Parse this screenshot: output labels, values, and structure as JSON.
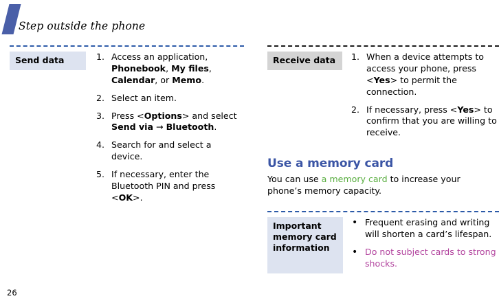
{
  "header": {
    "running_title": "Step outside the phone",
    "accent_color": "#4a5fa8"
  },
  "page_number": "26",
  "left_column": {
    "rule_color": "#2c5aa8",
    "callout": {
      "label": "Send data",
      "label_background": "#dde3f0",
      "steps": [
        {
          "marker": "1.",
          "parts": [
            {
              "text": "Access an application, ",
              "style": "normal"
            },
            {
              "text": "Phonebook",
              "style": "bold"
            },
            {
              "text": ", ",
              "style": "normal"
            },
            {
              "text": "My files",
              "style": "bold"
            },
            {
              "text": ", ",
              "style": "normal"
            },
            {
              "text": "Calendar",
              "style": "bold"
            },
            {
              "text": ", or ",
              "style": "normal"
            },
            {
              "text": "Memo",
              "style": "bold"
            },
            {
              "text": ".",
              "style": "normal"
            }
          ]
        },
        {
          "marker": "2.",
          "parts": [
            {
              "text": "Select an item.",
              "style": "normal"
            }
          ]
        },
        {
          "marker": "3.",
          "parts": [
            {
              "text": "Press <",
              "style": "normal"
            },
            {
              "text": "Options",
              "style": "bold"
            },
            {
              "text": "> and select ",
              "style": "normal"
            },
            {
              "text": "Send via",
              "style": "bold"
            },
            {
              "text": " → ",
              "style": "normal"
            },
            {
              "text": "Bluetooth",
              "style": "bold"
            },
            {
              "text": ".",
              "style": "normal"
            }
          ]
        },
        {
          "marker": "4.",
          "parts": [
            {
              "text": "Search for and select a device.",
              "style": "normal"
            }
          ]
        },
        {
          "marker": "5.",
          "parts": [
            {
              "text": "If necessary, enter the Bluetooth PIN and press <",
              "style": "normal"
            },
            {
              "text": "OK",
              "style": "bold"
            },
            {
              "text": ">.",
              "style": "normal"
            }
          ]
        }
      ]
    }
  },
  "right_column": {
    "rule_color": "#1a1a1a",
    "callout": {
      "label": "Receive data",
      "label_background": "#d4d4d4",
      "steps": [
        {
          "marker": "1.",
          "parts": [
            {
              "text": "When a device attempts to access your phone, press <",
              "style": "normal"
            },
            {
              "text": "Yes",
              "style": "bold"
            },
            {
              "text": "> to permit the connection.",
              "style": "normal"
            }
          ]
        },
        {
          "marker": "2.",
          "parts": [
            {
              "text": "If necessary, press <",
              "style": "normal"
            },
            {
              "text": "Yes",
              "style": "bold"
            },
            {
              "text": "> to confirm that you are willing to receive.",
              "style": "normal"
            }
          ]
        }
      ]
    },
    "section": {
      "heading": "Use a memory card",
      "heading_color": "#3b55a5",
      "intro_parts": [
        {
          "text": "You can use ",
          "style": "normal"
        },
        {
          "text": "a memory card",
          "style": "green"
        },
        {
          "text": " to increase your phone’s memory capacity.",
          "style": "normal"
        }
      ]
    },
    "note_callout": {
      "label": "Important memory card information",
      "label_background": "#dde3f0",
      "bullets": [
        {
          "marker": "•",
          "parts": [
            {
              "text": "Frequent erasing and writing will shorten a card’s lifespan.",
              "style": "normal"
            }
          ]
        },
        {
          "marker": "•",
          "parts": [
            {
              "text": "Do not subject cards to strong shocks.",
              "style": "purple"
            }
          ]
        }
      ]
    }
  }
}
